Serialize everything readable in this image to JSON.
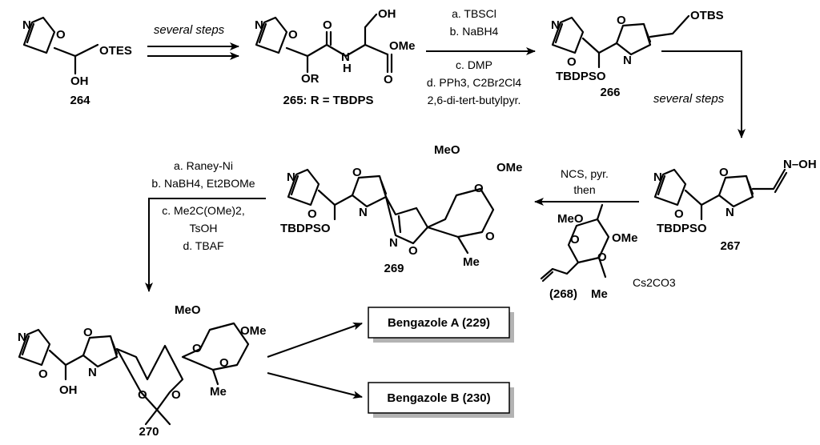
{
  "compounds": {
    "c264": "264",
    "c265": "265: R = TBDPS",
    "c266": "266",
    "c267": "267",
    "c268": "(268)",
    "c269": "269",
    "c270": "270"
  },
  "atoms": {
    "N": "N",
    "O": "O",
    "OH": "OH",
    "OTES": "OTES",
    "OTBS": "OTBS",
    "OR": "OR",
    "H": "H",
    "OMe": "OMe",
    "MeO": "MeO",
    "Me": "Me",
    "TBDPSO": "TBDPSO",
    "NOH": "N–OH"
  },
  "step1": {
    "label": "several steps"
  },
  "step2": {
    "lines": [
      "a. TBSCl",
      "b. NaBH4",
      "c. DMP",
      "d. PPh3, C2Br2Cl4",
      "2,6-di-tert-butylpyr."
    ]
  },
  "step3": {
    "label": "several steps"
  },
  "step4": {
    "lines": [
      "NCS, pyr.",
      "then"
    ],
    "base": "Cs2CO3"
  },
  "step5": {
    "lines": [
      "a. Raney-Ni",
      "b. NaBH4, Et2BOMe",
      "c. Me2C(OMe)2,",
      "TsOH",
      "d. TBAF"
    ]
  },
  "products": {
    "a": "Bengazole A (229)",
    "b": "Bengazole B (230)"
  }
}
